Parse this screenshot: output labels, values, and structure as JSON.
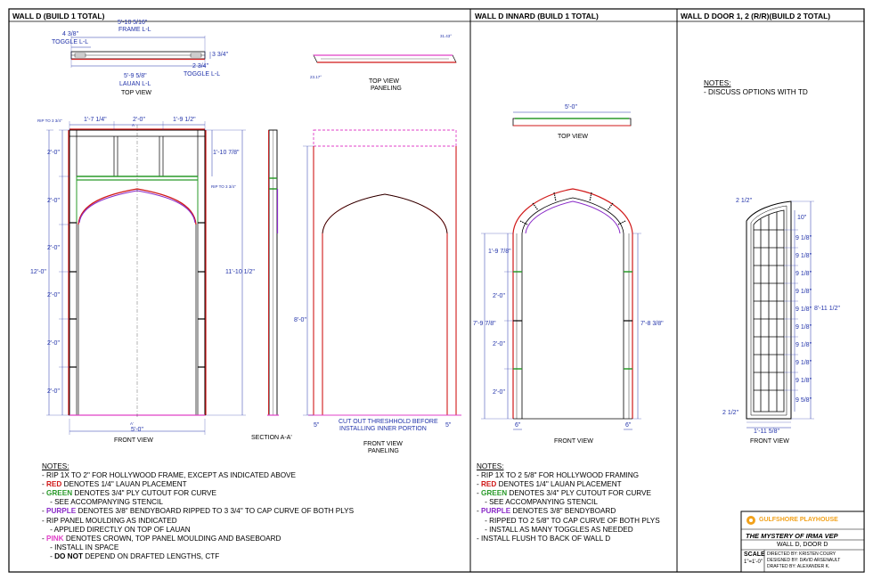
{
  "panels": {
    "wall_d": {
      "title": "WALL D (BUILD 1 TOTAL)"
    },
    "wall_d_innard": {
      "title": "WALL D INNARD (BUILD 1 TOTAL)"
    },
    "wall_d_door": {
      "title": "WALL D DOOR 1, 2 (R/R)(BUILD 2 TOTAL)"
    }
  },
  "wall_d": {
    "top_view": {
      "dim_frame_value": "5'-10 5/16\"",
      "dim_frame_label": "FRAME L-L",
      "dim_toggle_value": "4 3/8\"",
      "dim_toggle_label": "TOGGLE L-L",
      "dim_depth": "3 3/4\"",
      "dim_toggle_right": "2 3/4\"",
      "dim_toggle_right_label": "TOGGLE L-L",
      "dim_lauan_value": "5'-9 5/8\"",
      "dim_lauan_label": "LAUAN L-L",
      "caption": "TOP VIEW"
    },
    "top_view_paneling": {
      "angle_right": "31.43°",
      "angle_left": "23.17°",
      "caption_1": "TOP VIEW",
      "caption_2": "PANELING"
    },
    "front_view": {
      "rip_top": "RIP TO 3 3/4\"",
      "rip_mid": "RIP TO 3 3/4\"",
      "section_marker": "A",
      "section_marker_bottom": "A'",
      "dim_top_left": "1'-7 1/4\"",
      "dim_top_mid": "2'-0\"",
      "dim_top_right": "1'-9 1/2\"",
      "left_segments": [
        "2'-0\"",
        "2'-0\"",
        "2'-0\"",
        "2'-0\"",
        "2'-0\"",
        "2'-0\""
      ],
      "overall_height": "12'-0\"",
      "dim_right_upper": "1'-10 7/8\"",
      "dim_right_overall": "11'-10 1/2\"",
      "dim_width": "5'-0\"",
      "caption": "FRONT VIEW"
    },
    "section": {
      "caption": "SECTION A-A'"
    },
    "front_view_paneling": {
      "dim_height": "8'-0\"",
      "dim_left_bottom": "5\"",
      "dim_right_bottom": "5\"",
      "note_1": "CUT OUT THRESHHOLD BEFORE",
      "note_2": "INSTALLING INNER PORTION",
      "caption_1": "FRONT VIEW",
      "caption_2": "PANELING"
    },
    "notes": {
      "heading": "NOTES:",
      "lines": [
        {
          "prefix": "- RIP 1X TO 2\" FOR HOLLYWOOD FRAME, EXCEPT AS INDICATED ABOVE",
          "key": "",
          "rest": ""
        },
        {
          "prefix": "- ",
          "key": "RED",
          "rest": " DENOTES 1/4\" LAUAN PLACEMENT"
        },
        {
          "prefix": "- ",
          "key": "GREEN",
          "rest": " DENOTES 3/4\" PLY CUTOUT FOR CURVE"
        },
        {
          "prefix": "    - SEE ACCOMPANYING STENCIL",
          "key": "",
          "rest": ""
        },
        {
          "prefix": "- ",
          "key": "PURPLE",
          "rest": " DENOTES 3/8\" BENDYBOARD RIPPED TO 3 3/4\" TO CAP CURVE OF BOTH PLYS"
        },
        {
          "prefix": "- RIP PANEL MOULDING AS INDICATED",
          "key": "",
          "rest": ""
        },
        {
          "prefix": "    - APPLIED DIRECTLY ON TOP OF LAUAN",
          "key": "",
          "rest": ""
        },
        {
          "prefix": "- ",
          "key": "PINK",
          "rest": " DENOTES CROWN, TOP PANEL MOULDING AND BASEBOARD"
        },
        {
          "prefix": "    - INSTALL IN SPACE",
          "key": "",
          "rest": ""
        },
        {
          "prefix": "    - ",
          "key": "DO NOT",
          "rest": " DEPEND ON DRAFTED LENGTHS, CTF"
        }
      ]
    }
  },
  "wall_d_innard": {
    "top_view": {
      "dim_width": "5'-0\"",
      "caption": "TOP VIEW"
    },
    "front_view": {
      "left_segments": [
        "1'-9 7/8\"",
        "2'-0\"",
        "2'-0\"",
        "2'-0\""
      ],
      "overall_left": "7'-9 7/8\"",
      "overall_right": "7'-8 3/8\"",
      "dim_bottom_left": "6\"",
      "dim_bottom_right": "6\"",
      "caption": "FRONT VIEW"
    },
    "notes": {
      "heading": "NOTES:",
      "lines": [
        {
          "prefix": "- RIP 1X TO 2 5/8\" FOR HOLLYWOOD FRAMING",
          "key": "",
          "rest": ""
        },
        {
          "prefix": "- ",
          "key": "RED",
          "rest": " DENOTES 1/4\" LAUAN PLACEMENT"
        },
        {
          "prefix": "- ",
          "key": "GREEN",
          "rest": " DENOTES 3/4\" PLY CUTOUT FOR CURVE"
        },
        {
          "prefix": "    - SEE ACCOMPANYING STENCIL",
          "key": "",
          "rest": ""
        },
        {
          "prefix": "- ",
          "key": "PURPLE",
          "rest": " DENOTES 3/8\" BENDYBOARD"
        },
        {
          "prefix": "    - RIPPED TO 2 5/8\" TO CAP CURVE OF BOTH PLYS",
          "key": "",
          "rest": ""
        },
        {
          "prefix": "    - INSTALL AS MANY TOGGLES AS NEEDED",
          "key": "",
          "rest": ""
        },
        {
          "prefix": "- INSTALL FLUSH TO BACK OF WALL D",
          "key": "",
          "rest": ""
        }
      ]
    }
  },
  "wall_d_door": {
    "notes_heading": "NOTES:",
    "notes_line": "- DISCUSS OPTIONS WITH TD",
    "dim_top_left": "2 1/2\"",
    "right_segments": [
      "10\"",
      "9 1/8\"",
      "9 1/8\"",
      "9 1/8\"",
      "9 1/8\"",
      "9 1/8\"",
      "9 1/8\"",
      "9 1/8\"",
      "9 1/8\"",
      "9 1/8\"",
      "9 5/8\""
    ],
    "overall_height": "8'-11 1/2\"",
    "dim_bottom_left": "2 1/2\"",
    "dim_width": "1'-11 5/8\"",
    "caption": "FRONT VIEW"
  },
  "title_block": {
    "theatre": "GULFSHORE PLAYHOUSE",
    "production": "THE MYSTERY OF IRMA VEP",
    "sheet_title": "WALL D, DOOR D",
    "scale_label": "SCALE",
    "scale_value": "1\"=1'-0\"",
    "directed_by": "DIRECTED BY: KRISTEN COURY",
    "designed_by": "DESIGNED BY: DAVID ARSENAULT",
    "drafted_by": "DRAFTED BY: ALEXANDER K."
  },
  "colors": {
    "frame": "#000000",
    "dimension": "#2233aa",
    "lauan_red": "#d01818",
    "ply_green": "#2a9a2a",
    "bendy_purple": "#8a2bc8",
    "crown_pink": "#e040c8",
    "logo_orange": "#f2a21b"
  }
}
